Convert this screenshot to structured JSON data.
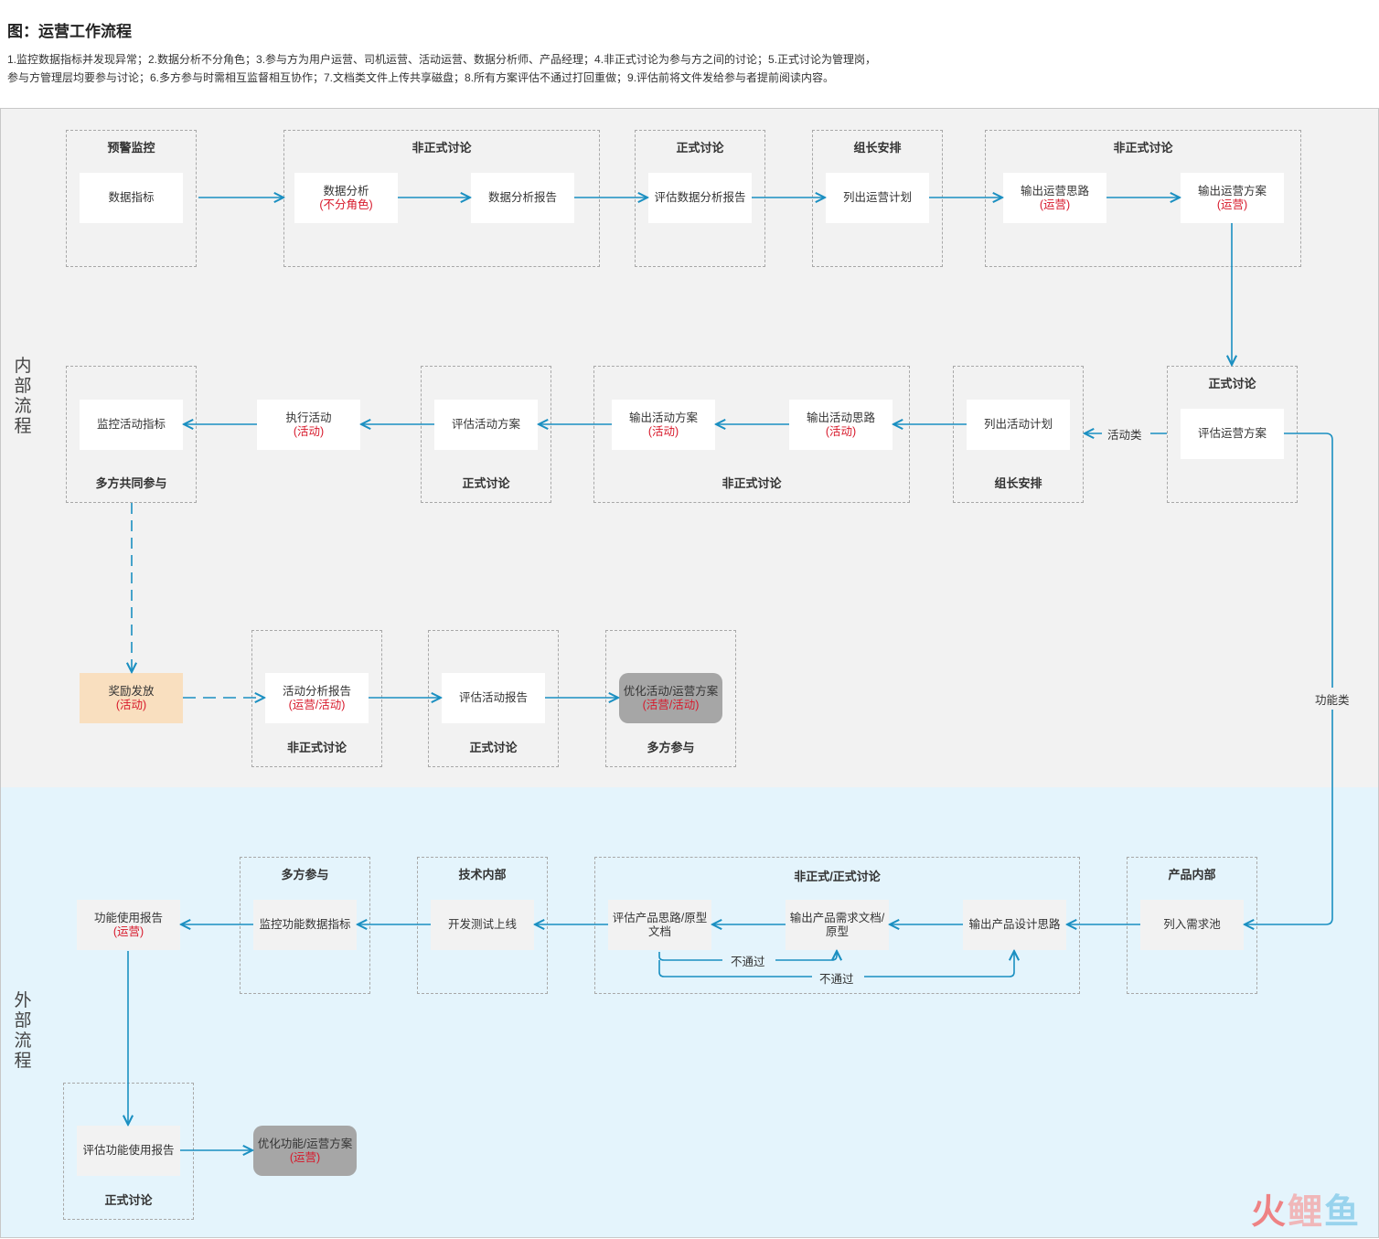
{
  "title": "图：运营工作流程",
  "notes": [
    "1.监控数据指标并发现异常；2.数据分析不分角色；3.参与方为用户运营、司机运营、活动运营、数据分析师、产品经理；4.非正式讨论为参与方之间的讨论；5.正式讨论为管理岗，",
    "参与方管理层均要参与讨论；6.多方参与时需相互监督相互协作；7.文档类文件上传共享磁盘；8.所有方案评估不通过打回重做；9.评估前将文件发给参与者提前阅读内容。"
  ],
  "sections": {
    "internal": "内部流程",
    "external": "外部流程"
  },
  "groups": {
    "g1": "预警监控",
    "g2": "非正式讨论",
    "g3": "正式讨论",
    "g4": "组长安排",
    "g5": "非正式讨论",
    "g6": "正式讨论",
    "g7": "组长安排",
    "g8": "非正式讨论",
    "g9": "正式讨论",
    "g10": "多方共同参与",
    "g11": "非正式讨论",
    "g12": "正式讨论",
    "g13": "多方参与",
    "g14": "产品内部",
    "g15": "非正式/正式讨论",
    "g16": "技术内部",
    "g17": "多方参与",
    "g18": "正式讨论"
  },
  "nodes": {
    "n_data_metric": {
      "label": "数据指标",
      "sub": ""
    },
    "n_data_analysis": {
      "label": "数据分析",
      "sub": "(不分角色)"
    },
    "n_data_report": {
      "label": "数据分析报告",
      "sub": ""
    },
    "n_eval_report": {
      "label": "评估数据分析报告",
      "sub": ""
    },
    "n_ops_plan_list": {
      "label": "列出运营计划",
      "sub": ""
    },
    "n_ops_idea": {
      "label": "输出运营思路",
      "sub": "(运营)"
    },
    "n_ops_plan": {
      "label": "输出运营方案",
      "sub": "(运营)"
    },
    "n_eval_ops": {
      "label": "评估运营方案",
      "sub": ""
    },
    "n_act_list": {
      "label": "列出活动计划",
      "sub": ""
    },
    "n_act_idea": {
      "label": "输出活动思路",
      "sub": "(活动)"
    },
    "n_act_plan": {
      "label": "输出活动方案",
      "sub": "(活动)"
    },
    "n_eval_act": {
      "label": "评估活动方案",
      "sub": ""
    },
    "n_exec_act": {
      "label": "执行活动",
      "sub": "(活动)"
    },
    "n_monitor_act": {
      "label": "监控活动指标",
      "sub": ""
    },
    "n_reward": {
      "label": "奖励发放",
      "sub": "(活动)"
    },
    "n_act_report": {
      "label": "活动分析报告",
      "sub": "(运营/活动)"
    },
    "n_eval_act_report": {
      "label": "评估活动报告",
      "sub": ""
    },
    "n_optimize": {
      "label": "优化活动/运营方案",
      "sub": "(活营/活动)"
    },
    "n_req_pool": {
      "label": "列入需求池",
      "sub": ""
    },
    "n_design_idea": {
      "label": "输出产品设计思路",
      "sub": ""
    },
    "n_req_doc": {
      "label": "输出产品需求文档/原型",
      "sub": ""
    },
    "n_eval_doc": {
      "label": "评估产品思路/原型文档",
      "sub": ""
    },
    "n_dev": {
      "label": "开发测试上线",
      "sub": ""
    },
    "n_monitor_func": {
      "label": "监控功能数据指标",
      "sub": ""
    },
    "n_func_report": {
      "label": "功能使用报告",
      "sub": "(运营)"
    },
    "n_eval_func": {
      "label": "评估功能使用报告",
      "sub": ""
    },
    "n_optimize_func": {
      "label": "优化功能/运营方案",
      "sub": "(运营)"
    }
  },
  "edge_labels": {
    "activity": "活动类",
    "function": "功能类",
    "fail1": "不通过",
    "fail2": "不通过"
  },
  "watermark": "火鲤鱼",
  "colors": {
    "arrow": "#1a8fc1",
    "highlight_text": "#d7182a",
    "internal_bg": "#f2f2f2",
    "external_bg": "#e4f4fc"
  }
}
